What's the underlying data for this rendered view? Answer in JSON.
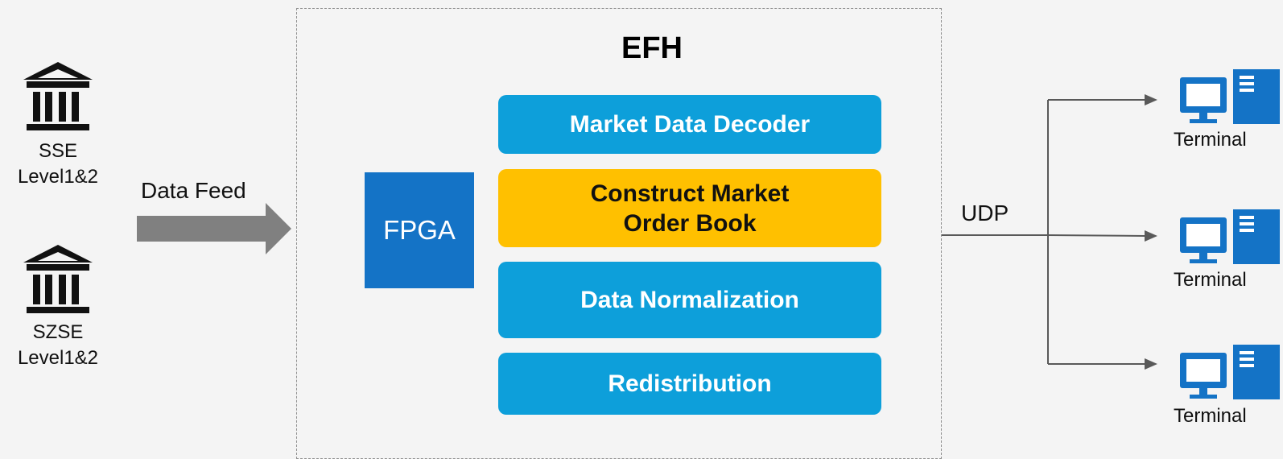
{
  "diagram": {
    "sources": [
      {
        "name": "SSE",
        "level": "Level1&2"
      },
      {
        "name": "SZSE",
        "level": "Level1&2"
      }
    ],
    "feed_label": "Data Feed",
    "efh": {
      "title": "EFH",
      "fpga_label": "FPGA",
      "modules": [
        {
          "label": "Market Data Decoder",
          "color": "#0d9fda"
        },
        {
          "label": "Construct Market\nOrder Book",
          "color": "#ffc000"
        },
        {
          "label": "Data Normalization",
          "color": "#0d9fda"
        },
        {
          "label": "Redistribution",
          "color": "#0d9fda"
        }
      ]
    },
    "protocol_label": "UDP",
    "terminals": [
      {
        "label": "Terminal"
      },
      {
        "label": "Terminal"
      },
      {
        "label": "Terminal"
      }
    ]
  },
  "colors": {
    "background": "#f4f4f4",
    "module_blue": "#0d9fda",
    "module_gold": "#ffc000",
    "fpga_blue": "#1473c6",
    "terminal_icon": "#1473c6",
    "arrow_gray": "#808080",
    "connector_gray": "#595959"
  },
  "icons": {
    "exchange": "bank-building-icon",
    "terminal": "desktop-computer-icon",
    "feed_arrow": "arrow-right-icon"
  }
}
